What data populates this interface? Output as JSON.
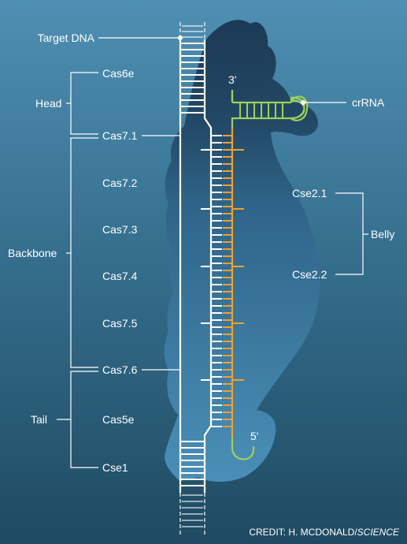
{
  "labels": {
    "target_dna": "Target DNA",
    "crrna": "crRNA",
    "three_prime": "3'",
    "five_prime": "5'"
  },
  "left_subunits": [
    "Cas6e",
    "Cas7.1",
    "Cas7.2",
    "Cas7.3",
    "Cas7.4",
    "Cas7.5",
    "Cas7.6",
    "Cas5e",
    "Cse1"
  ],
  "groups": {
    "head": "Head",
    "backbone": "Backbone",
    "tail": "Tail",
    "belly": "Belly"
  },
  "right_subunits": [
    "Cse2.1",
    "Cse2.2"
  ],
  "credit": {
    "prefix": "CREDIT: H. MCDONALD/",
    "source": "SCIENCE"
  },
  "colors": {
    "background_top": "#4f8fb3",
    "background_bottom": "#1f4a62",
    "seahorse_head": "#1c3a55",
    "seahorse_body": "#3f7fa6",
    "dna_strand": "#ffffff",
    "crrna_strand": "#f0a030",
    "crrna_hairpin": "#9fd15a",
    "text": "#ffffff"
  }
}
